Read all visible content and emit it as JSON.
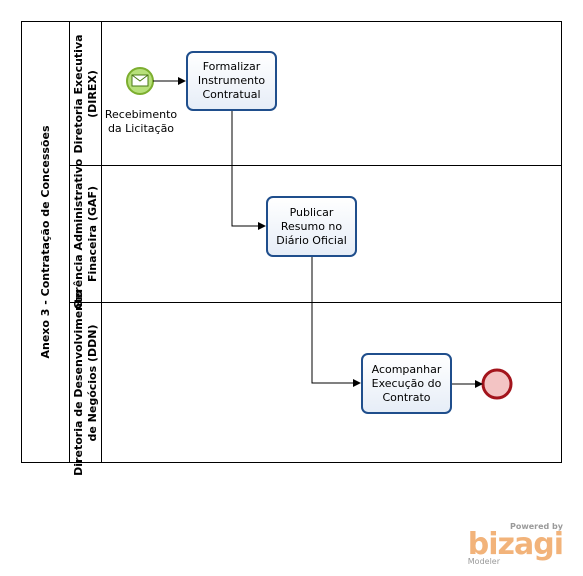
{
  "pool": {
    "title": "Anexo 3 - Contratação de Concessões"
  },
  "lanes": [
    {
      "title_line1": "Diretoria  Executiva",
      "title_line2": "(DIREX)"
    },
    {
      "title_line1": "Gerência Administrativo",
      "title_line2": "Finaceira (GAF)"
    },
    {
      "title_line1": "Diretoria de Desenvolvimento",
      "title_line2": "de Negócios (DDN)"
    }
  ],
  "start_event": {
    "label": "Recebimento\nda Licitação",
    "icon": "envelope-icon"
  },
  "tasks": [
    {
      "label": "Formalizar\nInstrumento\nContratual"
    },
    {
      "label": "Publicar\nResumo no\nDiário Oficial"
    },
    {
      "label": "Acompanhar\nExecução do\nContrato"
    }
  ],
  "end_event": {
    "icon": "end-event-icon"
  },
  "watermark": {
    "powered": "Powered by",
    "brand": "bizagi",
    "product": "Modeler"
  },
  "colors": {
    "task_border": "#1f4e8c",
    "start_fill": "#b7e07a",
    "start_border": "#7cae2f",
    "end_fill": "#f3c4c4",
    "end_border": "#a3141c",
    "brand": "#f2b37a"
  }
}
